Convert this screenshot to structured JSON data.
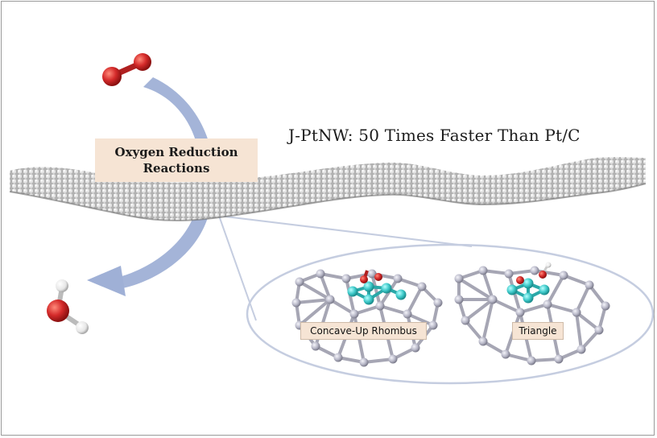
{
  "headline": "J-PtNW: 50 Times Faster Than Pt/C",
  "reaction_label": {
    "line1": "Oxygen Reduction",
    "line2": "Reactions"
  },
  "structures": {
    "left": "Concave-Up Rhombus",
    "right": "Triangle"
  },
  "colors": {
    "oxygen": "#d42a2a",
    "hydrogen": "#f2f2f2",
    "platinum": "#b8b8c8",
    "active_site": "#3cc8c8",
    "arrow": "#9fb0d6",
    "label_bg": "#f6e4d4"
  }
}
